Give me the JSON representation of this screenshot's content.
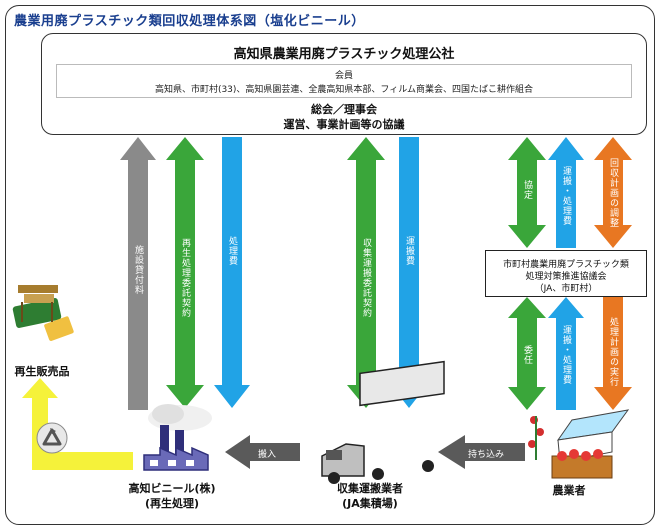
{
  "title": "農業用廃プラスチック類回収処理体系図（塩化ビニール）",
  "corporation": {
    "name": "高知県農業用廃プラスチック処理公社",
    "members_label": "会員",
    "members_list": "高知県、市町村(33)、高知県園芸連、全農高知県本部、フィルム商業会、四国たばこ耕作組合",
    "general_meeting": "総会／理事会",
    "operations": "運営、事業計画等の協議"
  },
  "council": {
    "line1": "市町村農業用廃プラスチック類",
    "line2": "処理対策推進協議会",
    "line3": "（JA、市町村）"
  },
  "arrows": {
    "facility_rent": "施設貸付料",
    "recycling_contract": "再生処理委託契約",
    "processing_fee": "処理費",
    "collection_contract": "収集運搬委託契約",
    "transport_fee": "運搬費",
    "agreement": "協定",
    "transport_processing_fee_top": "運搬・処理費",
    "collection_plan": "回収計画の調整",
    "commission": "委任",
    "transport_processing_fee_bottom": "運搬・処理費",
    "plan_execution": "処理計画の実行",
    "delivery": "搬入",
    "bring_in": "持ち込み"
  },
  "nodes": {
    "recycled_products": "再生販売品",
    "kochi_vinyl_name": "高知ビニール(株)",
    "kochi_vinyl_role": "(再生処理)",
    "transporter_name": "収集運搬業者",
    "transporter_role": "(JA集積場)",
    "farmer": "農業者"
  },
  "colors": {
    "title": "#1a3f8f",
    "gray": "#8a8a8a",
    "green": "#3aa63a",
    "blue": "#21a3e6",
    "orange": "#e87722",
    "yellow": "#f5f23a",
    "dark_gray": "#5a5a5a"
  },
  "icons": [
    "recycled-goods-icon",
    "recycle-symbol-icon",
    "factory-icon",
    "truck-icon",
    "greenhouse-farm-icon"
  ]
}
